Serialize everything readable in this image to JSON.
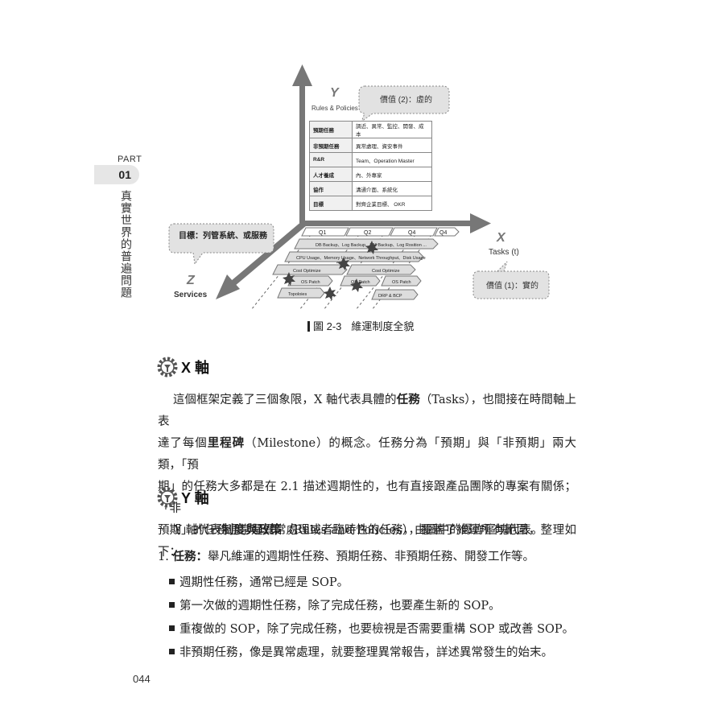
{
  "part": {
    "label": "PART",
    "number": "01",
    "chapter_title": "真實世界的普遍問題"
  },
  "diagram": {
    "y_axis": {
      "letter": "Y",
      "label": "Rules & Policies"
    },
    "x_axis": {
      "letter": "X",
      "label": "Tasks (t)"
    },
    "z_axis": {
      "letter": "Z",
      "label": "Services"
    },
    "callout_y": "價值 (2)：虛的",
    "callout_x": "價值 (1)：實的",
    "callout_z": "目標：列管系統、或服務",
    "table": [
      {
        "key": "預期任務",
        "value": "調近、異常、監控、開發、成本"
      },
      {
        "key": "非預期任務",
        "value": "異常處理、資安事件"
      },
      {
        "key": "R&R",
        "value": "Team、Operation Master"
      },
      {
        "key": "人才養成",
        "value": "內、外專家"
      },
      {
        "key": "協作",
        "value": "溝通介面、系統化"
      },
      {
        "key": "目標",
        "value": "對齊企業目標、 OKR"
      }
    ],
    "quarters": [
      "Q1",
      "Q2",
      "Q4",
      "Q4"
    ],
    "bars": {
      "row1": "DB Backup、Log Backup、VM Backup、Log Rosition ...",
      "row2": "CPU Usage、Memory Usage、Network Throughput、Disk Usage",
      "cost1": "Cost Optimize",
      "cost2": "Cost Optimize",
      "os1": "OS Patch",
      "os2": "OS Patch",
      "os3": "OS Patch",
      "topo": "Topoloies",
      "drp": "DRP & BCP"
    },
    "caption_num": "圖 2-3",
    "caption_text": "維運制度全貌"
  },
  "section_x": {
    "title": "X 軸",
    "p1": "這個框架定義了三個象限，X 軸代表具體的",
    "p1b": "任務",
    "p1c": "（Tasks），也間接在時間軸上表",
    "p2": "達了每個",
    "p2b": "里程碑",
    "p2c": "（Milestone）的概念。任務分為「預期」與「非預期」兩大類，「預",
    "p3": "期」的任務大多都是在 2.1 描述週期性的，也有直接跟產品團隊的專案有關係；「非",
    "p4": "預期」的任務通常是異常處理或者臨時性的任務，由圖中的爆炸區塊代表。"
  },
  "section_y": {
    "title": "Y 軸",
    "p1": "Y 軸代表",
    "p1b": "制度與政策",
    "p1c": "（Rules and Policies），覆蓋了維運所有範圍，整理如下：",
    "item1_num": "1.",
    "item1_b": "任務：",
    "item1": "舉凡維運的週期性任務、預期任務、非預期任務、開發工作等。",
    "bullets": [
      "週期性任務，通常已經是 SOP。",
      "第一次做的週期性任務，除了完成任務，也要產生新的 SOP。",
      "重複做的 SOP，除了完成任務，也要檢視是否需要重構 SOP 或改善 SOP。",
      "非預期任務，像是異常處理，就要整理異常報告，詳述異常發生的始末。"
    ]
  },
  "page_number": "044"
}
